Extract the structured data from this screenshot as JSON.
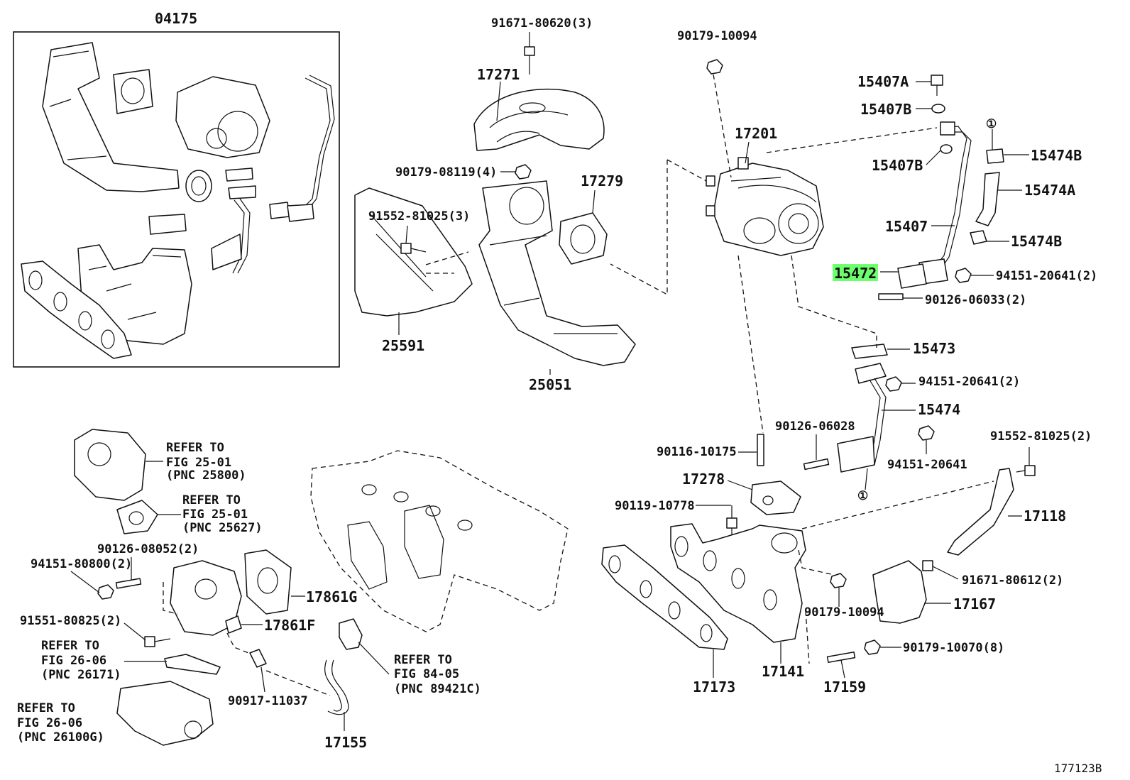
{
  "diagram": {
    "figure_id": "177123B",
    "highlight_color": "#6dff6d",
    "kit_box_label": "04175",
    "labels": [
      {
        "id": "04175",
        "text": "04175"
      },
      {
        "id": "91671-80620",
        "text": "91671-80620(3)"
      },
      {
        "id": "17271",
        "text": "17271"
      },
      {
        "id": "90179-08119",
        "text": "90179-08119(4)"
      },
      {
        "id": "17279",
        "text": "17279"
      },
      {
        "id": "91552-81025-3",
        "text": "91552-81025(3)"
      },
      {
        "id": "25591",
        "text": "25591"
      },
      {
        "id": "25051",
        "text": "25051"
      },
      {
        "id": "90179-10094-top",
        "text": "90179-10094"
      },
      {
        "id": "17201",
        "text": "17201"
      },
      {
        "id": "15407A",
        "text": "15407A"
      },
      {
        "id": "15407B-1",
        "text": "15407B"
      },
      {
        "id": "15407B-2",
        "text": "15407B"
      },
      {
        "id": "circle-1-top",
        "text": "①"
      },
      {
        "id": "15474B-1",
        "text": "15474B"
      },
      {
        "id": "15474A",
        "text": "15474A"
      },
      {
        "id": "15407",
        "text": "15407"
      },
      {
        "id": "15474B-2",
        "text": "15474B"
      },
      {
        "id": "15472",
        "text": "15472"
      },
      {
        "id": "94151-20641-2a",
        "text": "94151-20641(2)"
      },
      {
        "id": "90126-06033",
        "text": "90126-06033(2)"
      },
      {
        "id": "15473",
        "text": "15473"
      },
      {
        "id": "94151-20641-2b",
        "text": "94151-20641(2)"
      },
      {
        "id": "15474",
        "text": "15474"
      },
      {
        "id": "90126-06028",
        "text": "90126-06028"
      },
      {
        "id": "94151-20641",
        "text": "94151-20641"
      },
      {
        "id": "circle-1-bottom",
        "text": "①"
      },
      {
        "id": "90116-10175",
        "text": "90116-10175"
      },
      {
        "id": "17278",
        "text": "17278"
      },
      {
        "id": "91552-81025-2",
        "text": "91552-81025(2)"
      },
      {
        "id": "17118",
        "text": "17118"
      },
      {
        "id": "90119-10778",
        "text": "90119-10778"
      },
      {
        "id": "91671-80612",
        "text": "91671-80612(2)"
      },
      {
        "id": "17167",
        "text": "17167"
      },
      {
        "id": "90179-10094-bottom",
        "text": "90179-10094"
      },
      {
        "id": "90179-10070",
        "text": "90179-10070(8)"
      },
      {
        "id": "17173",
        "text": "17173"
      },
      {
        "id": "17141",
        "text": "17141"
      },
      {
        "id": "17159",
        "text": "17159"
      },
      {
        "id": "refer-25800-a",
        "text": "REFER TO"
      },
      {
        "id": "refer-25800-b",
        "text": "FIG 25-01"
      },
      {
        "id": "refer-25800-c",
        "text": "(PNC 25800)"
      },
      {
        "id": "refer-25627-a",
        "text": "REFER TO"
      },
      {
        "id": "refer-25627-b",
        "text": "FIG 25-01"
      },
      {
        "id": "refer-25627-c",
        "text": "(PNC 25627)"
      },
      {
        "id": "94151-80800",
        "text": "94151-80800(2)"
      },
      {
        "id": "90126-08052",
        "text": "90126-08052(2)"
      },
      {
        "id": "17861G",
        "text": "17861G"
      },
      {
        "id": "91551-80825",
        "text": "91551-80825(2)"
      },
      {
        "id": "17861F",
        "text": "17861F"
      },
      {
        "id": "refer-26171-a",
        "text": "REFER TO"
      },
      {
        "id": "refer-26171-b",
        "text": "FIG 26-06"
      },
      {
        "id": "refer-26171-c",
        "text": "(PNC 26171)"
      },
      {
        "id": "refer-89421-a",
        "text": "REFER TO"
      },
      {
        "id": "refer-89421-b",
        "text": "FIG 84-05"
      },
      {
        "id": "refer-89421-c",
        "text": "(PNC 89421C)"
      },
      {
        "id": "90917-11037",
        "text": "90917-11037"
      },
      {
        "id": "refer-26100-a",
        "text": "REFER TO"
      },
      {
        "id": "refer-26100-b",
        "text": "FIG 26-06"
      },
      {
        "id": "refer-26100-c",
        "text": "(PNC 26100G)"
      },
      {
        "id": "17155",
        "text": "17155"
      }
    ]
  }
}
